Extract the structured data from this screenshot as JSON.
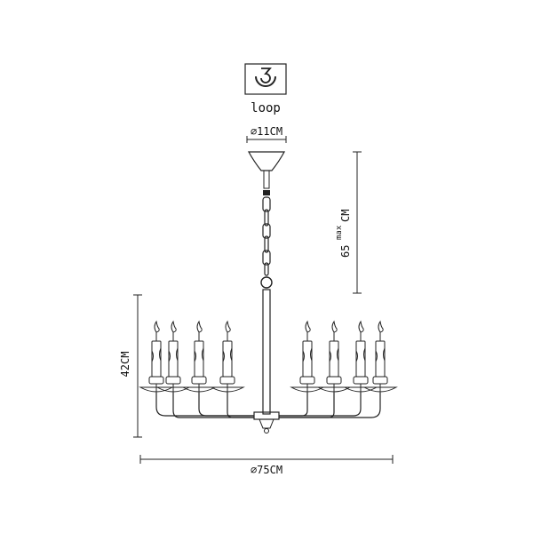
{
  "diagram": {
    "loop_icon_text": "loop",
    "canopy_diameter": "⌀11CM",
    "drop_length": "65",
    "drop_max": "max",
    "drop_unit": "CM",
    "height": "42CM",
    "width": "⌀75CM"
  },
  "colors": {
    "line": "#222222",
    "background": "#ffffff"
  }
}
